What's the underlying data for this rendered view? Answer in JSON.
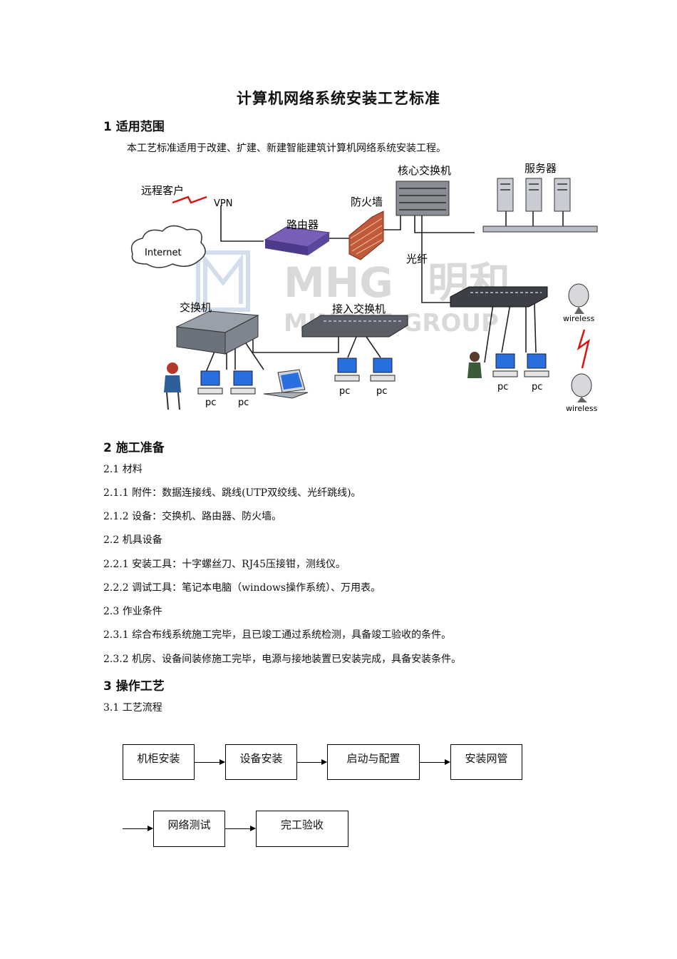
{
  "document": {
    "title": "计算机网络系统安装工艺标准",
    "sections": {
      "s1": {
        "heading": "1 适用范围",
        "para": "本工艺标准适用于改建、扩建、新建智能建筑计算机网络系统安装工程。"
      },
      "s2": {
        "heading": "2 施工准备",
        "lines": [
          "2.1 材料",
          "2.1.1 附件：数据连接线、跳线(UTP双绞线、光纤跳线)。",
          "2.1.2 设备：交换机、路由器、防火墙。",
          "2.2 机具设备",
          "2.2.1 安装工具：十字螺丝刀、RJ45压接钳，测线仪。",
          "2.2.2 调试工具：笔记本电脑（windows操作系统）、万用表。",
          "2.3 作业条件",
          "2.3.1 综合布线系统施工完毕，且已竣工通过系统检测，具备竣工验收的条件。",
          "2.3.2 机房、设备间装修施工完毕，电源与接地装置已安装完成，具备安装条件。"
        ]
      },
      "s3": {
        "heading": "3 操作工艺",
        "sub": "3.1 工艺流程"
      }
    }
  },
  "network_diagram": {
    "labels": {
      "remote_client": "远程客户",
      "vpn": "VPN",
      "internet": "Internet",
      "router": "路由器",
      "firewall": "防火墙",
      "core_switch": "核心交换机",
      "servers": "服务器",
      "fiber": "光纤",
      "switch": "交换机",
      "access_switch": "接入交换机",
      "pc": "pc",
      "wireless": "wireless"
    },
    "watermark": {
      "latin": "MHG",
      "chinese": "明和",
      "sub": "MINGHE GROUP"
    }
  },
  "flowchart": {
    "row1": [
      "机柜安装",
      "设备安装",
      "启动与配置",
      "安装网管"
    ],
    "row2": [
      "网络测试",
      "完工验收"
    ]
  }
}
